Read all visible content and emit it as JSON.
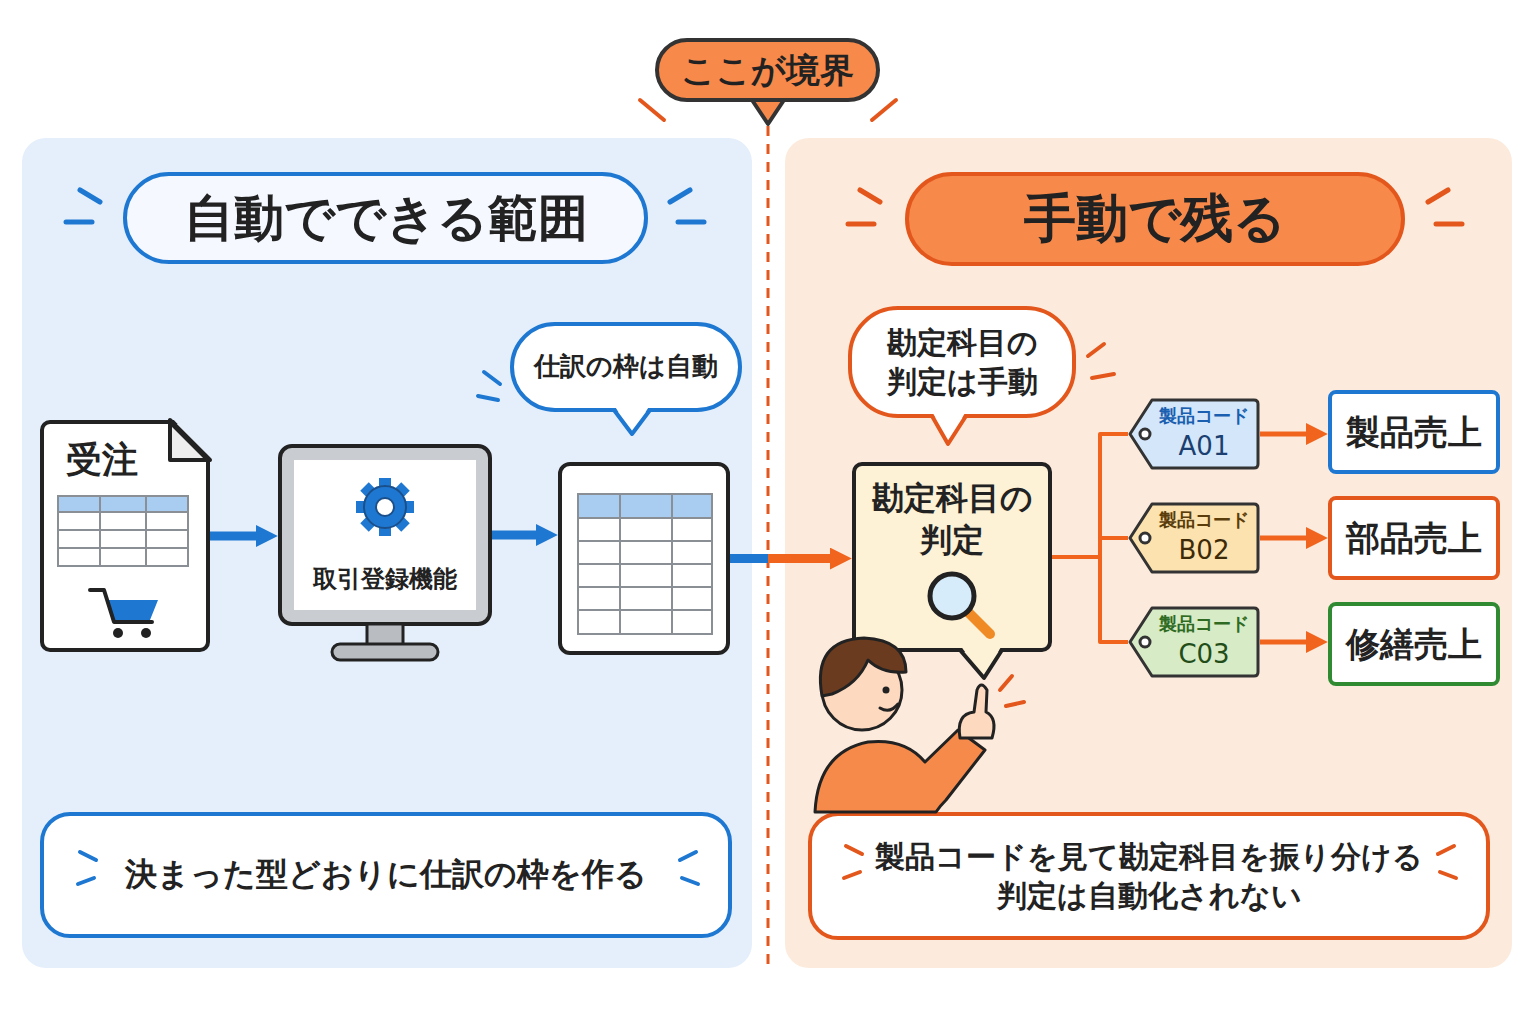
{
  "diagram": {
    "nodes": [
      {
        "text": [
          "自動でできる範囲"
        ]
      },
      {
        "text": [
          "受注"
        ],
        "in": 0
      },
      {
        "text": [
          "取引登録機能"
        ],
        "in": 0
      },
      {
        "text": [
          "仕訳の枠は自動"
        ],
        "in": 0
      },
      {
        "text": [
          "決まった型どおりに仕訳の枠を作る"
        ],
        "in": 0
      },
      {
        "text": [
          "手動で残る"
        ]
      },
      {
        "text": [
          "勘定科目の 判定",
          "勘定科目の 判定は手動"
        ],
        "in": 5
      },
      {
        "text": [
          "製品コード",
          "A01"
        ],
        "in": 5
      },
      {
        "text": [
          "製品売上"
        ],
        "in": 5
      },
      {
        "text": [
          "製品コード",
          "B02"
        ],
        "in": 5
      },
      {
        "text": [
          "部品売上"
        ],
        "in": 5
      },
      {
        "text": [
          "製品コード",
          "C03"
        ],
        "in": 5
      },
      {
        "text": [
          "修繕売上"
        ],
        "in": 5
      },
      {
        "text": [
          "製品コードを見て勘定科目を振り分ける 判定は自動化されない"
        ],
        "in": 5
      }
    ],
    "edges": [
      {
        "from": 1,
        "to": 2,
        "arrow": "to"
      },
      {
        "from": 2,
        "to": 3,
        "arrow": "to"
      },
      {
        "from": 3,
        "to": 6,
        "arrow": "to"
      },
      {
        "from": 6,
        "to": 7,
        "arrow": "none"
      },
      {
        "from": 6,
        "to": 9,
        "arrow": "none"
      },
      {
        "from": 6,
        "to": 11,
        "arrow": "none"
      },
      {
        "from": 7,
        "to": 8,
        "arrow": "to"
      },
      {
        "from": 9,
        "to": 10,
        "arrow": "to"
      },
      {
        "from": 11,
        "to": 12,
        "arrow": "to"
      }
    ],
    "labels": [
      "ここが境界"
    ]
  }
}
